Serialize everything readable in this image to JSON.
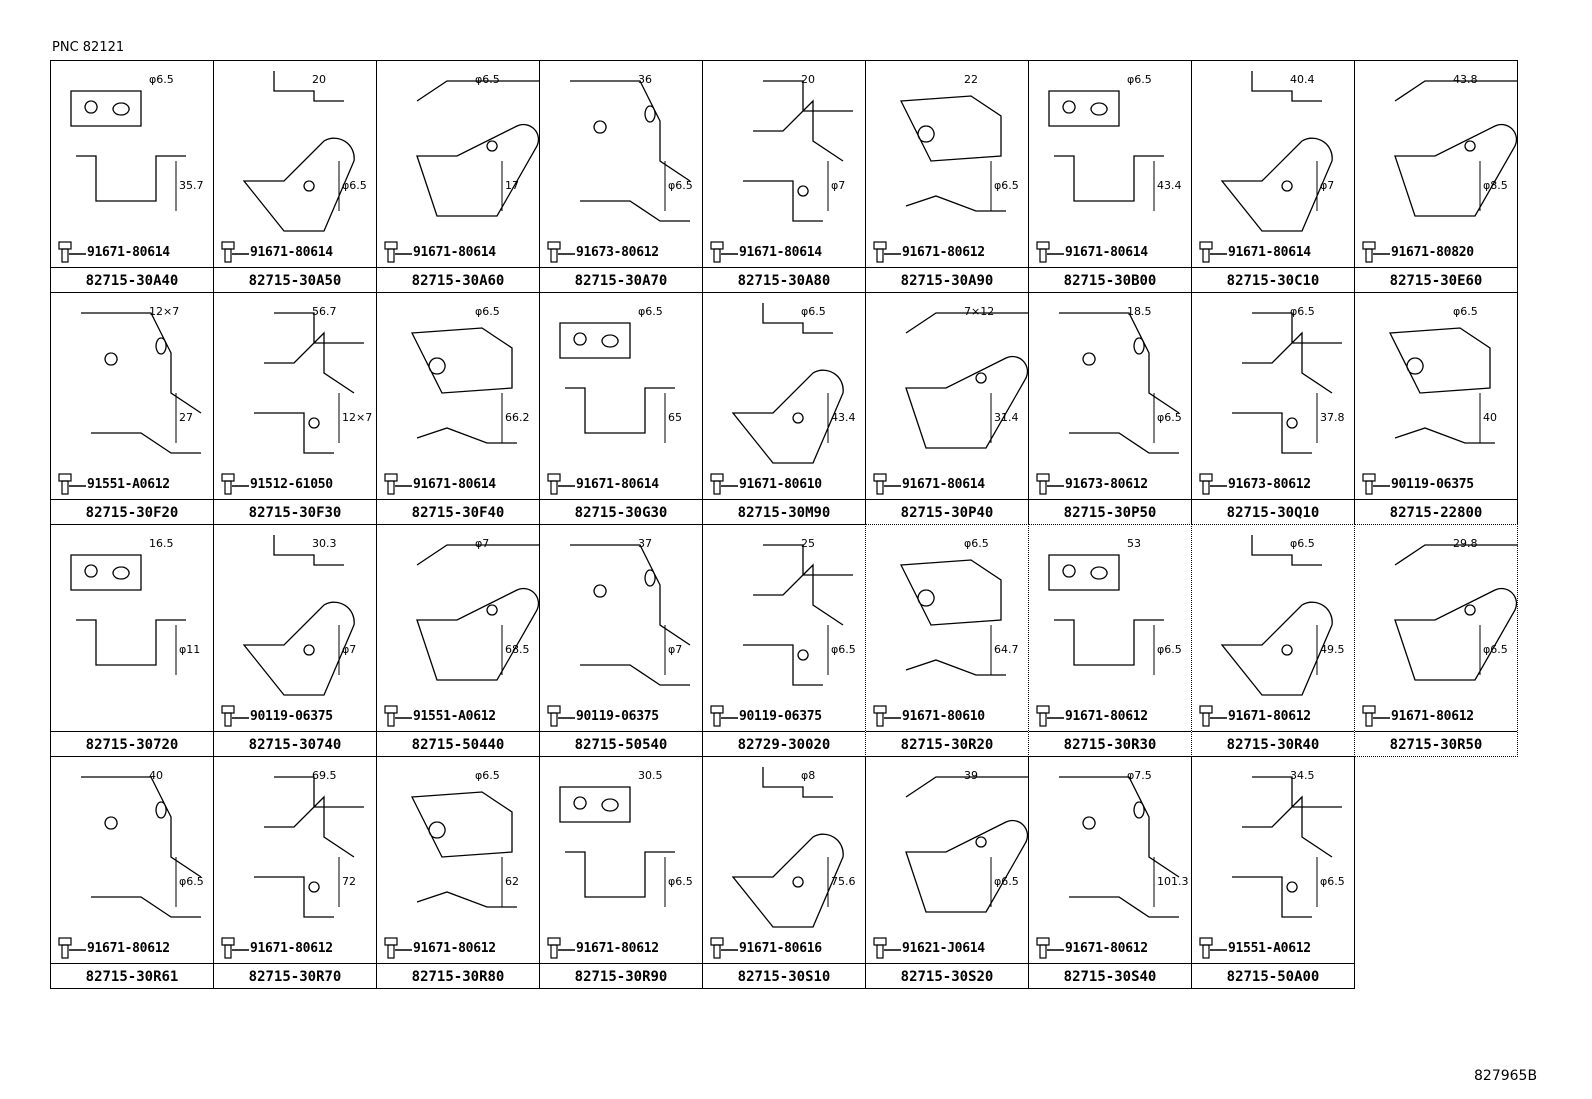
{
  "header": {
    "pnc": "PNC 82121"
  },
  "footer": {
    "ref": "827965B"
  },
  "cells": [
    {
      "part": "82715-30A40",
      "fastener": "91671-80614",
      "dims": [
        "φ6.5",
        "35.7"
      ],
      "variant": 0
    },
    {
      "part": "82715-30A50",
      "fastener": "91671-80614",
      "dims": [
        "20",
        "φ6.5"
      ],
      "variant": 1
    },
    {
      "part": "82715-30A60",
      "fastener": "91671-80614",
      "dims": [
        "φ6.5",
        "17"
      ],
      "variant": 2
    },
    {
      "part": "82715-30A70",
      "fastener": "91673-80612",
      "dims": [
        "36",
        "φ6.5"
      ],
      "variant": 3
    },
    {
      "part": "82715-30A80",
      "fastener": "91671-80614",
      "dims": [
        "20",
        "φ7"
      ],
      "variant": 4
    },
    {
      "part": "82715-30A90",
      "fastener": "91671-80612",
      "dims": [
        "22",
        "φ6.5"
      ],
      "variant": 5
    },
    {
      "part": "82715-30B00",
      "fastener": "91671-80614",
      "dims": [
        "φ6.5",
        "43.4"
      ],
      "variant": 0
    },
    {
      "part": "82715-30C10",
      "fastener": "91671-80614",
      "dims": [
        "40.4",
        "φ7"
      ],
      "variant": 1
    },
    {
      "part": "82715-30E60",
      "fastener": "91671-80820",
      "dims": [
        "43.8",
        "φ8.5"
      ],
      "variant": 2
    },
    {
      "part": "82715-30F20",
      "fastener": "91551-A0612",
      "dims": [
        "12×7",
        "27"
      ],
      "variant": 3
    },
    {
      "part": "82715-30F30",
      "fastener": "91512-61050",
      "dims": [
        "56.7",
        "12×7"
      ],
      "variant": 4
    },
    {
      "part": "82715-30F40",
      "fastener": "91671-80614",
      "dims": [
        "φ6.5",
        "66.2"
      ],
      "variant": 5
    },
    {
      "part": "82715-30G30",
      "fastener": "91671-80614",
      "dims": [
        "φ6.5",
        "65"
      ],
      "variant": 0
    },
    {
      "part": "82715-30M90",
      "fastener": "91671-80610",
      "dims": [
        "φ6.5",
        "43.4"
      ],
      "variant": 1
    },
    {
      "part": "82715-30P40",
      "fastener": "91671-80614",
      "dims": [
        "7×12",
        "31.4"
      ],
      "variant": 2
    },
    {
      "part": "82715-30P50",
      "fastener": "91673-80612",
      "dims": [
        "18.5",
        "φ6.5"
      ],
      "variant": 3
    },
    {
      "part": "82715-30Q10",
      "fastener": "91673-80612",
      "dims": [
        "φ6.5",
        "37.8"
      ],
      "variant": 4
    },
    {
      "part": "82715-22800",
      "fastener": "90119-06375",
      "dims": [
        "φ6.5",
        "40"
      ],
      "variant": 5
    },
    {
      "part": "82715-30720",
      "fastener": "",
      "dims": [
        "16.5",
        "φ11"
      ],
      "variant": 0
    },
    {
      "part": "82715-30740",
      "fastener": "90119-06375",
      "dims": [
        "30.3",
        "φ7"
      ],
      "variant": 1
    },
    {
      "part": "82715-50440",
      "fastener": "91551-A0612",
      "dims": [
        "φ7",
        "68.5"
      ],
      "variant": 2
    },
    {
      "part": "82715-50540",
      "fastener": "90119-06375",
      "dims": [
        "37",
        "φ7"
      ],
      "variant": 3
    },
    {
      "part": "82729-30020",
      "fastener": "90119-06375",
      "dims": [
        "25",
        "φ6.5"
      ],
      "variant": 4
    },
    {
      "part": "82715-30R20",
      "fastener": "91671-80610",
      "dims": [
        "φ6.5",
        "64.7"
      ],
      "variant": 5,
      "dotted": true
    },
    {
      "part": "82715-30R30",
      "fastener": "91671-80612",
      "dims": [
        "53",
        "φ6.5"
      ],
      "variant": 0,
      "dotted": true
    },
    {
      "part": "82715-30R40",
      "fastener": "91671-80612",
      "dims": [
        "φ6.5",
        "49.5"
      ],
      "variant": 1,
      "dotted": true
    },
    {
      "part": "82715-30R50",
      "fastener": "91671-80612",
      "dims": [
        "29.8",
        "φ6.5"
      ],
      "variant": 2,
      "dotted": true
    },
    {
      "part": "82715-30R61",
      "fastener": "91671-80612",
      "dims": [
        "40",
        "φ6.5"
      ],
      "variant": 3
    },
    {
      "part": "82715-30R70",
      "fastener": "91671-80612",
      "dims": [
        "69.5",
        "72"
      ],
      "variant": 4
    },
    {
      "part": "82715-30R80",
      "fastener": "91671-80612",
      "dims": [
        "φ6.5",
        "62"
      ],
      "variant": 5
    },
    {
      "part": "82715-30R90",
      "fastener": "91671-80612",
      "dims": [
        "30.5",
        "φ6.5"
      ],
      "variant": 0
    },
    {
      "part": "82715-30S10",
      "fastener": "91671-80616",
      "dims": [
        "φ8",
        "75.6"
      ],
      "variant": 1
    },
    {
      "part": "82715-30S20",
      "fastener": "91621-J0614",
      "dims": [
        "39",
        "φ6.5"
      ],
      "variant": 2
    },
    {
      "part": "82715-30S40",
      "fastener": "91671-80612",
      "dims": [
        "φ7.5",
        "101.3"
      ],
      "variant": 3
    },
    {
      "part": "82715-50A00",
      "fastener": "91551-A0612",
      "dims": [
        "34.5",
        "φ6.5"
      ],
      "variant": 4
    }
  ]
}
